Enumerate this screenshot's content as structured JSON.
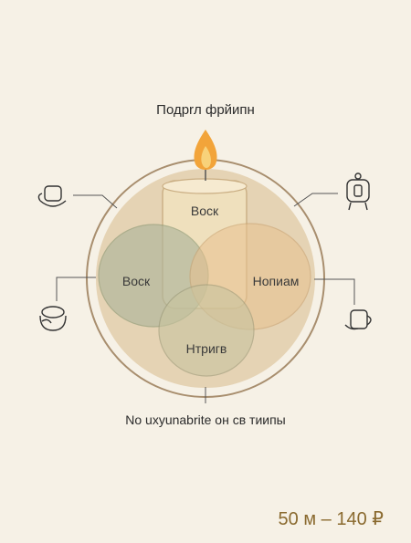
{
  "title": "Подрrл фрйипн",
  "center_labels": {
    "top": "Воск",
    "left": "Воск",
    "right": "Нопиам",
    "bottom": "Нтригв"
  },
  "footer": "No uxyunabrite он св тиипы",
  "price": "50 м – 140 ₽",
  "icons": [
    "cup-icon",
    "jar-lantern-icon",
    "bowl-icon",
    "mug-icon"
  ],
  "colors": {
    "background": "#f6f1e6",
    "disc": "#e3cfae",
    "green_circle": "#aeb59a",
    "orange_circle": "#e8c18f",
    "candle": "#f1e2bf",
    "flame": "#f2a43a",
    "price": "#8a6a2f"
  }
}
